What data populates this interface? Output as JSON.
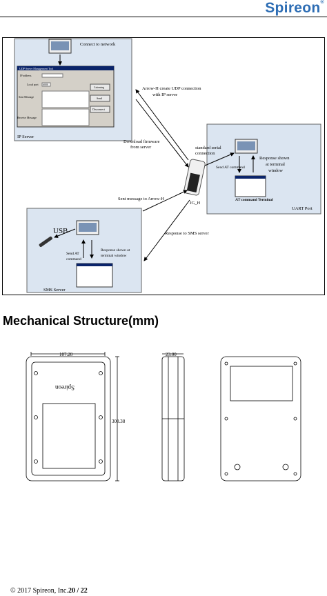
{
  "header": {
    "brand": "Spireon",
    "brand_mark": "®"
  },
  "diagram": {
    "ip_server": {
      "label": "IP Server",
      "connect": "Connect to network",
      "window_title": "UDP Server Management Tool",
      "ip_address": "IP address",
      "local_port": "Local port",
      "port_value": "6000",
      "sent_message": "Sent Message",
      "receive_message": "Receive Message",
      "btn_listening": "Listening",
      "btn_send": "Send",
      "btn_disconnect": "Disconnect"
    },
    "arrows": {
      "udp1": "Arrow-H create UDP connection",
      "udp2": "with IP server",
      "fw1": "Download firmware",
      "fw2": "from server",
      "serial1": "standard serial",
      "serial2": "connection",
      "sent": "Sent message to Arrow-H",
      "resp_sms": "Response to SMS server"
    },
    "device": {
      "label": "JG_H"
    },
    "uart": {
      "label": "UART Port",
      "send_at": "Send AT command",
      "resp1": "Response shown",
      "resp2": "at terminal",
      "resp3": "window",
      "terminal": "AT command Terminal"
    },
    "sms": {
      "label": "SMS Server",
      "usb": "USB",
      "send1": "Send AT",
      "send2": "command",
      "resp1": "Response shown at",
      "resp2": "terminal window"
    }
  },
  "section": {
    "title": "Mechanical Structure(mm)"
  },
  "mechanical": {
    "width_dim": "107.20",
    "height_dim": "300.38",
    "depth_dim": "23.00",
    "front_logo": "Spireon"
  },
  "footer": {
    "copyright": "© 2017 Spireon, Inc.",
    "page": "20 / 22"
  }
}
